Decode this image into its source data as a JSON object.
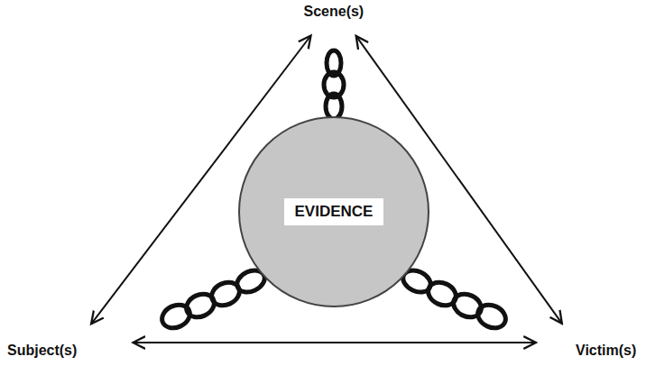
{
  "diagram": {
    "nodes": [
      {
        "text": [
          "Scene(s)"
        ]
      },
      {
        "text": [
          "EVIDENCE"
        ]
      },
      {
        "text": [
          "Subject(s)"
        ]
      },
      {
        "text": [
          "Victim(s)"
        ]
      }
    ],
    "edges": [
      {
        "from": 0,
        "to": 2,
        "arrow": "both"
      },
      {
        "from": 0,
        "to": 3,
        "arrow": "both"
      },
      {
        "from": 2,
        "to": 3,
        "arrow": "both"
      }
    ]
  }
}
